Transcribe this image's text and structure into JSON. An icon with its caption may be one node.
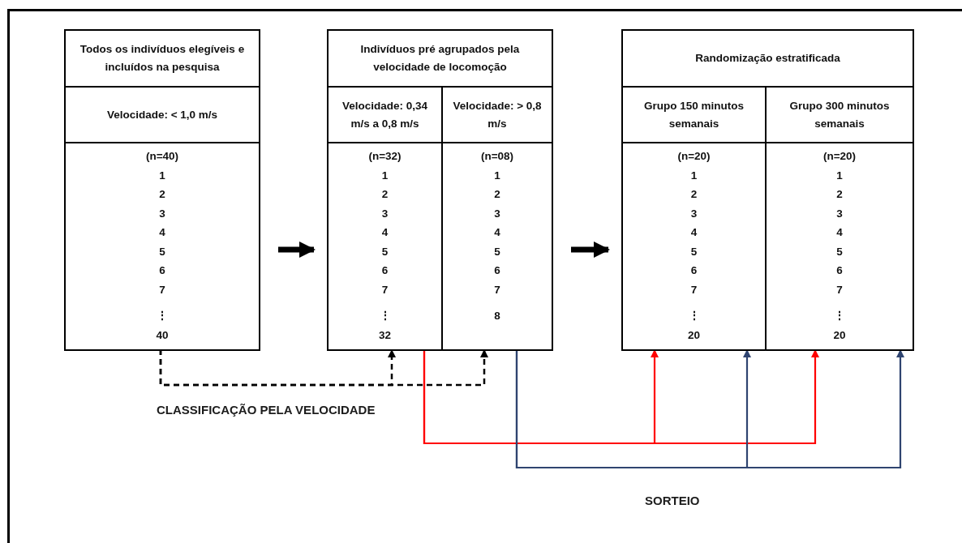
{
  "diagram": {
    "nodes": [
      {
        "text": [],
        "shape": "box"
      },
      {
        "text": [
          "Todos os indivíduos elegíveis e incluídos na pesquisa"
        ],
        "in": 0
      },
      {
        "text": [
          "Velocidade: < 1,0 m/s"
        ],
        "in": 0
      },
      {
        "text": [
          "(n=40)",
          "1",
          "2",
          "3",
          "4",
          "5",
          "6",
          "7",
          "⋮",
          "40"
        ],
        "in": 0
      },
      {
        "text": [],
        "shape": "box"
      },
      {
        "text": [
          "Indivíduos pré agrupados pela velocidade de locomoção"
        ],
        "in": 4
      },
      {
        "text": [
          "Velocidade: 0,34 m/s a 0,8 m/s"
        ],
        "in": 4
      },
      {
        "text": [
          "(n=32)",
          "1",
          "2",
          "3",
          "4",
          "5",
          "6",
          "7",
          "⋮",
          "32"
        ],
        "in": 4
      },
      {
        "text": [
          "Velocidade: > 0,8 m/s"
        ],
        "in": 4
      },
      {
        "text": [
          "(n=08)",
          "1",
          "2",
          "3",
          "4",
          "5",
          "6",
          "7",
          "8"
        ],
        "in": 4
      },
      {
        "text": [],
        "shape": "box"
      },
      {
        "text": [
          "Randomização estratificada"
        ],
        "in": 10
      },
      {
        "text": [
          "Grupo 150 minutos semanais"
        ],
        "in": 10
      },
      {
        "text": [
          "(n=20)",
          "1",
          "2",
          "3",
          "4",
          "5",
          "6",
          "7",
          "⋮",
          "20"
        ],
        "in": 10
      },
      {
        "text": [
          "Grupo 300 minutos semanais"
        ],
        "in": 10
      },
      {
        "text": [
          "(n=20)",
          "1",
          "2",
          "3",
          "4",
          "5",
          "6",
          "7",
          "⋮",
          "20"
        ],
        "in": 10
      }
    ],
    "edges": [
      {
        "from": 0,
        "to": 4,
        "arrow": "to",
        "style": "thick"
      },
      {
        "from": 4,
        "to": 10,
        "arrow": "to",
        "style": "thick"
      },
      {
        "from": 3,
        "to": 7,
        "arrow": "to",
        "style": "dashed"
      },
      {
        "from": 3,
        "to": 9,
        "arrow": "to",
        "style": "dashed"
      },
      {
        "from": 7,
        "to": 13,
        "arrow": "to",
        "color": "#ff0000"
      },
      {
        "from": 7,
        "to": 15,
        "arrow": "to",
        "color": "#ff0000"
      },
      {
        "from": 9,
        "to": 13,
        "arrow": "to",
        "color": "#2f4470"
      },
      {
        "from": 9,
        "to": 15,
        "arrow": "to",
        "color": "#2f4470"
      }
    ],
    "labels": [
      "CLASSIFICAÇÃO PELA VELOCIDADE",
      "SORTEIO"
    ]
  }
}
